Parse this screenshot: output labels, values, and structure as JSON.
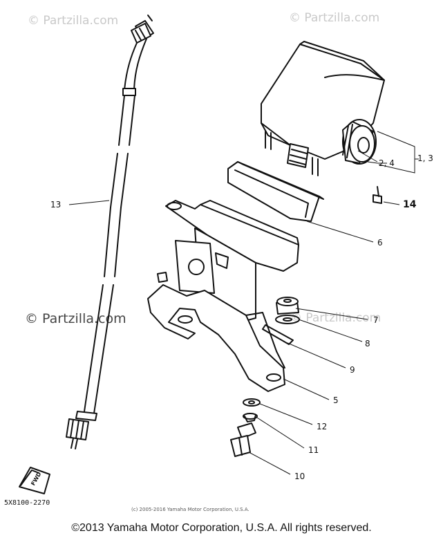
{
  "watermarks": {
    "top_left": "© Partzilla.com",
    "top_right": "© Partzilla.com",
    "middle_left": "© Partzilla.com",
    "middle_right": "© Partzilla.com"
  },
  "callouts": [
    {
      "id": "13",
      "label": "13"
    },
    {
      "id": "2-4",
      "label": "2, 4"
    },
    {
      "id": "1-3",
      "label": "1, 3"
    },
    {
      "id": "14",
      "label": "14"
    },
    {
      "id": "6",
      "label": "6"
    },
    {
      "id": "7",
      "label": "7"
    },
    {
      "id": "8",
      "label": "8"
    },
    {
      "id": "9",
      "label": "9"
    },
    {
      "id": "5",
      "label": "5"
    },
    {
      "id": "12",
      "label": "12"
    },
    {
      "id": "11",
      "label": "11"
    },
    {
      "id": "10",
      "label": "10"
    }
  ],
  "fwd_label": "FWD",
  "diagram_code": "5X8100-2270",
  "small_copyright": "(c) 2005-2016 Yamaha Motor Corporation, U.S.A.",
  "footer_copyright": "©2013 Yamaha Motor Corporation, U.S.A. All rights reserved."
}
